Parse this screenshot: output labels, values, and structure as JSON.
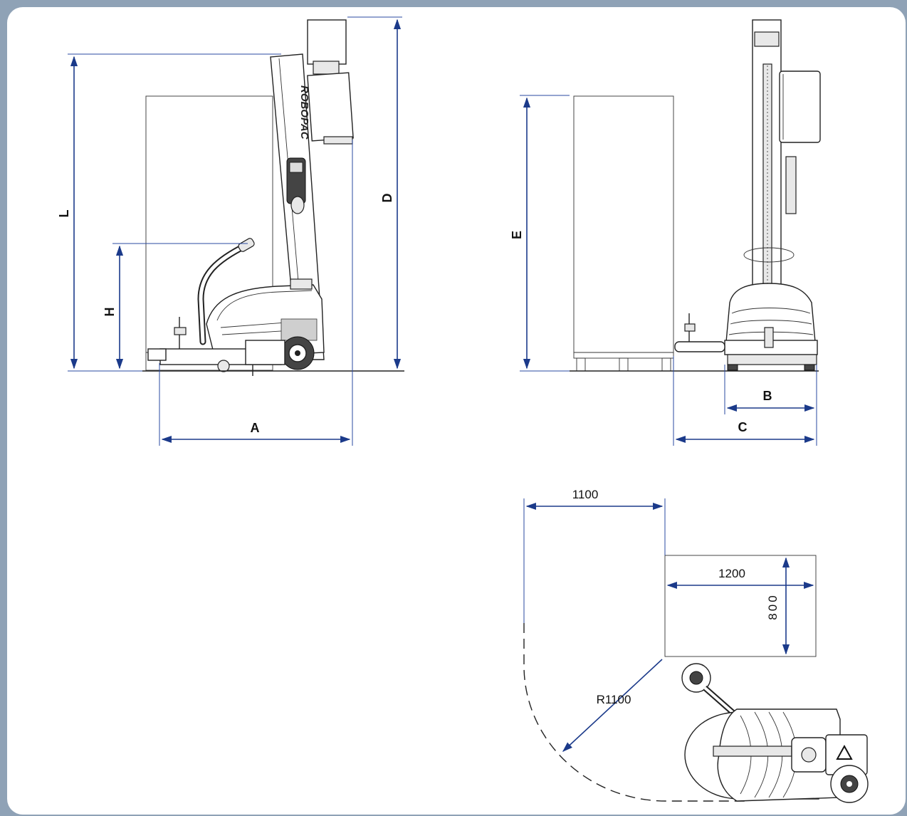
{
  "brand": {
    "logo_text": "ROBOPAC"
  },
  "side_view": {
    "dim_A": "A",
    "dim_D": "D",
    "dim_H": "H",
    "dim_L": "L"
  },
  "front_view": {
    "dim_B": "B",
    "dim_C": "C",
    "dim_E": "E"
  },
  "top_view": {
    "clearance": "1100",
    "pallet_length": "1200",
    "pallet_width": "800",
    "turn_radius": "R1100"
  },
  "colors": {
    "dimension_line": "#1b3a8a",
    "frame_border": "#8fa2b6",
    "paper": "#ffffff"
  }
}
